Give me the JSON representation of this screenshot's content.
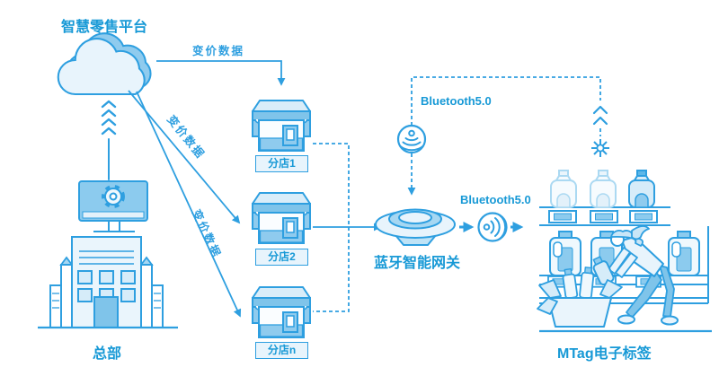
{
  "diagram": {
    "title": "智慧零售平台",
    "headquarters": {
      "label": "总部"
    },
    "stores": [
      {
        "label": "分店1"
      },
      {
        "label": "分店2"
      },
      {
        "label": "分店n"
      }
    ],
    "gateway": {
      "label": "蓝牙智能网关"
    },
    "esl_shelf": {
      "label": "MTag电子标签"
    },
    "edges": {
      "cloud_to_store1": "变价数据",
      "cloud_to_store2": "变价数据",
      "cloud_to_storen": "变价数据",
      "beacon_link": "Bluetooth5.0",
      "tag_link": "Bluetooth5.0"
    },
    "colors": {
      "stroke": "#2E9FE0",
      "text": "#1799D6",
      "fill_light": "#E8F4FC",
      "fill_mid": "#A6D7F2",
      "fill_strong": "#7FC4EA"
    },
    "icons": [
      "cloud-icon",
      "chevron-up-icon",
      "monitor-gear-icon",
      "building-icon",
      "storefront-icon",
      "gateway-disc-icon",
      "signal-beacon-icon",
      "sound-wave-icon",
      "sparkle-icon",
      "shelf-icon",
      "bottle-icon",
      "esl-tag-icon",
      "person-icon",
      "carton-box-icon"
    ]
  }
}
